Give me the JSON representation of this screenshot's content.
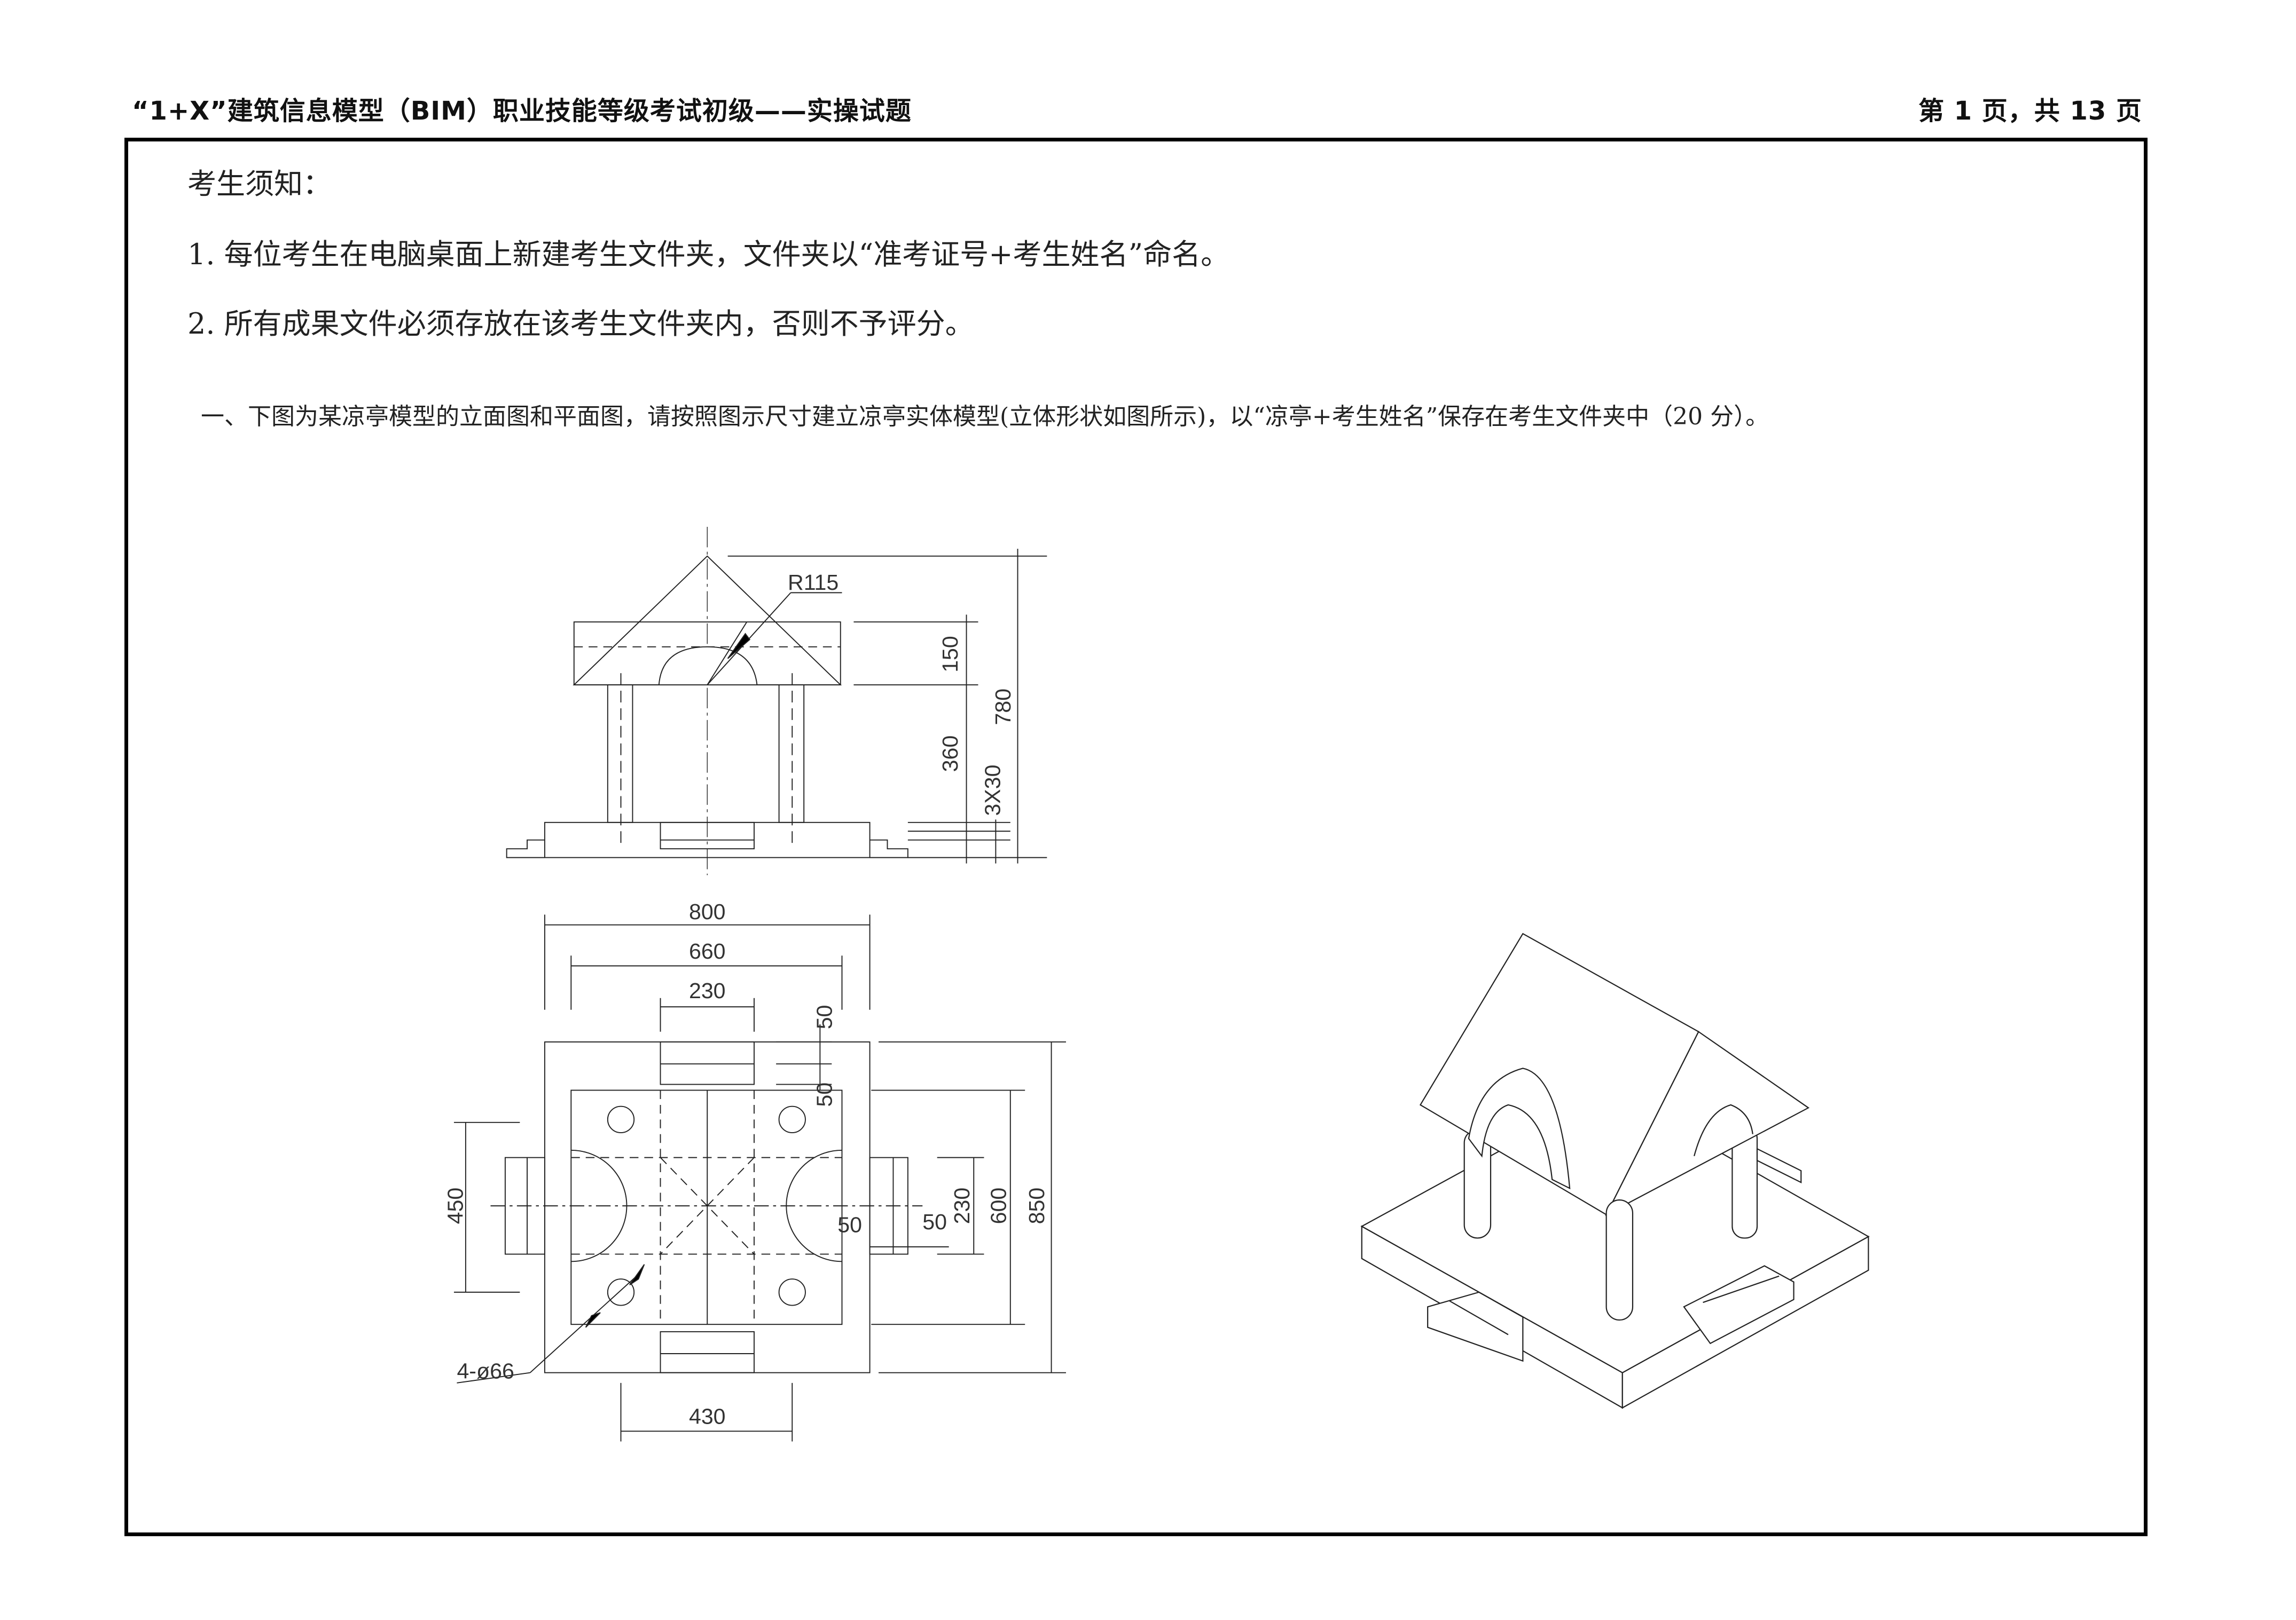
{
  "header": {
    "title": "“1+X”建筑信息模型（BIM）职业技能等级考试初级——实操试题",
    "page_info": "第 1 页，共 13 页"
  },
  "notice": {
    "heading": "考生须知：",
    "items": [
      "1. 每位考生在电脑桌面上新建考生文件夹，文件夹以“准考证号+考生姓名”命名。",
      "2. 所有成果文件必须存放在该考生文件夹内，否则不予评分。"
    ]
  },
  "question": {
    "text": "一、下图为某凉亭模型的立面图和平面图，请按照图示尺寸建立凉亭实体模型(立体形状如图所示)，以“凉亭+考生姓名”保存在考生文件夹中（20 分）。"
  },
  "drawing": {
    "elevation": {
      "radius_label": "R115",
      "dim_150": "150",
      "dim_360": "360",
      "dim_780": "780",
      "dim_steps": "3X30"
    },
    "plan": {
      "dim_800": "800",
      "dim_660": "660",
      "dim_230_top": "230",
      "dim_50_a": "50",
      "dim_50_b": "50",
      "dim_450": "450",
      "dim_50_c": "50",
      "dim_50_d": "50",
      "dim_230_right": "230",
      "dim_600": "600",
      "dim_850": "850",
      "hole_label": "4-ø66",
      "dim_430": "430"
    }
  }
}
